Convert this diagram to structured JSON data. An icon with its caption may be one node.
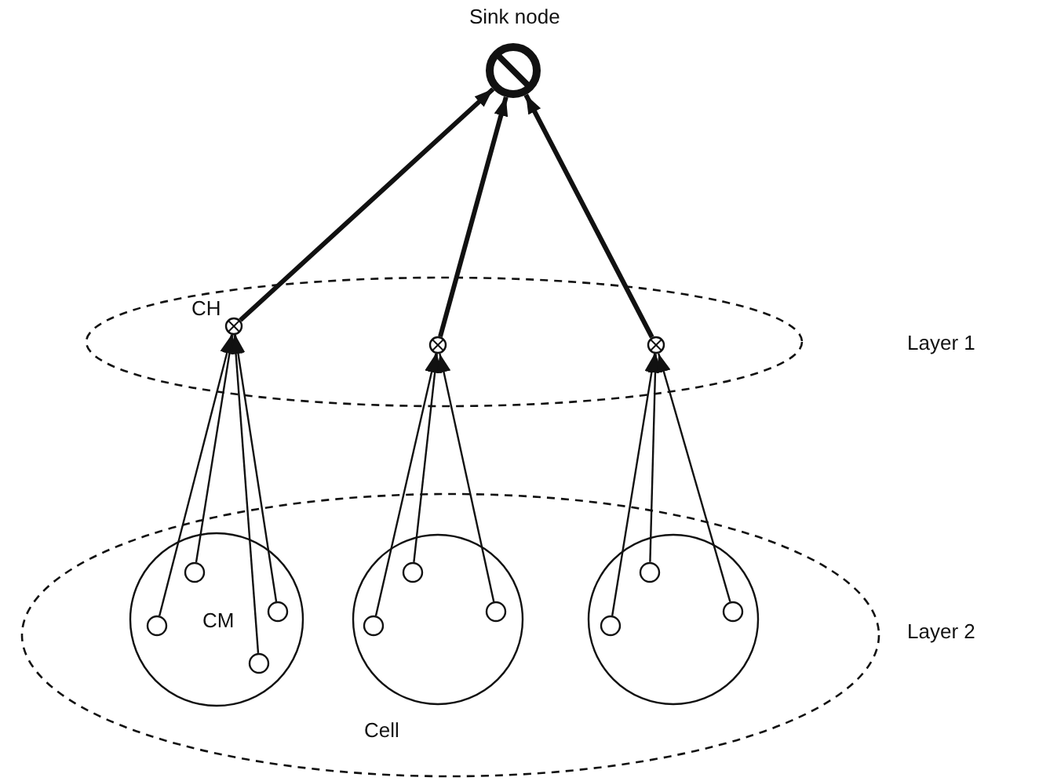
{
  "diagram": {
    "nodes": [
      {
        "text": [],
        "shape": "circle",
        "beside": [
          "Sink node"
        ]
      },
      {
        "text": [],
        "shape": "ellipse"
      },
      {
        "text": [],
        "shape": "circle",
        "in": 1,
        "beside": [
          "CH"
        ]
      },
      {
        "text": [],
        "shape": "circle",
        "in": 1
      },
      {
        "text": [],
        "shape": "circle",
        "in": 1
      },
      {
        "text": [],
        "shape": "ellipse"
      },
      {
        "text": [],
        "shape": "circle",
        "in": 5
      },
      {
        "text": [],
        "shape": "circle",
        "in": 6
      },
      {
        "text": [],
        "shape": "circle",
        "in": 6
      },
      {
        "text": [],
        "shape": "circle",
        "in": 6
      },
      {
        "text": [],
        "shape": "circle",
        "in": 6
      },
      {
        "text": [],
        "shape": "circle",
        "in": 5
      },
      {
        "text": [],
        "shape": "circle",
        "in": 11
      },
      {
        "text": [],
        "shape": "circle",
        "in": 11
      },
      {
        "text": [],
        "shape": "circle",
        "in": 11
      },
      {
        "text": [],
        "shape": "circle",
        "in": 5
      },
      {
        "text": [],
        "shape": "circle",
        "in": 15
      },
      {
        "text": [],
        "shape": "circle",
        "in": 15
      },
      {
        "text": [],
        "shape": "circle",
        "in": 15
      }
    ],
    "edges": [
      {
        "from": 2,
        "to": 0,
        "arrow": "to",
        "style": "thick"
      },
      {
        "from": 3,
        "to": 0,
        "arrow": "to",
        "style": "thick"
      },
      {
        "from": 4,
        "to": 0,
        "arrow": "to",
        "style": "thick"
      },
      {
        "from": 7,
        "to": 2,
        "arrow": "to"
      },
      {
        "from": 8,
        "to": 2,
        "arrow": "to"
      },
      {
        "from": 9,
        "to": 2,
        "arrow": "to"
      },
      {
        "from": 10,
        "to": 2,
        "arrow": "to"
      },
      {
        "from": 12,
        "to": 3,
        "arrow": "to"
      },
      {
        "from": 13,
        "to": 3,
        "arrow": "to"
      },
      {
        "from": 14,
        "to": 3,
        "arrow": "to"
      },
      {
        "from": 16,
        "to": 4,
        "arrow": "to"
      },
      {
        "from": 17,
        "to": 4,
        "arrow": "to"
      },
      {
        "from": 18,
        "to": 4,
        "arrow": "to"
      }
    ],
    "labels": [
      "Layer 1",
      "CM",
      "Layer 2",
      "Cell"
    ]
  }
}
